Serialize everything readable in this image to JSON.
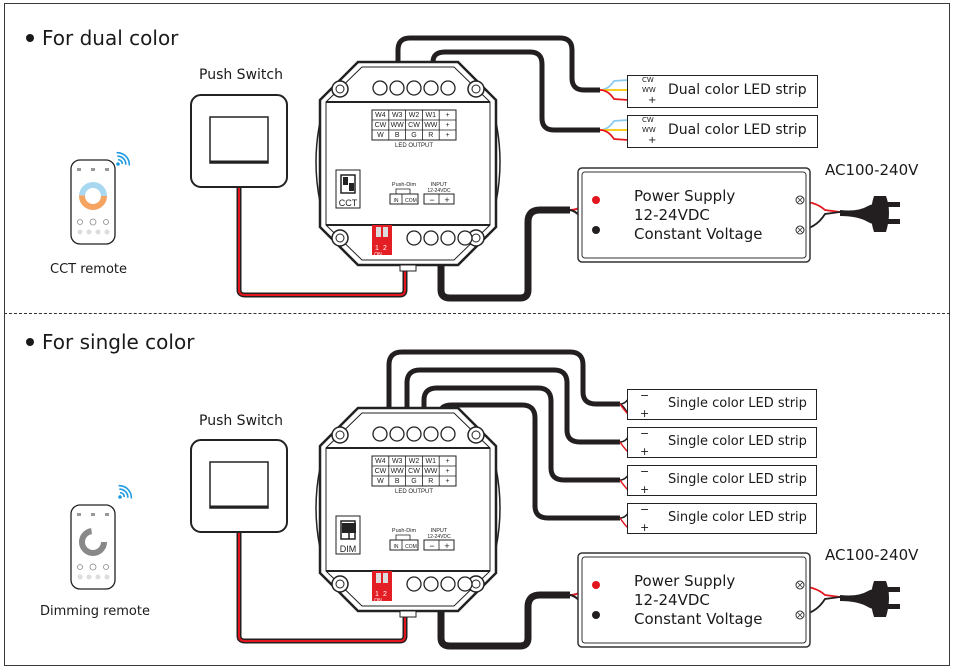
{
  "sections": [
    {
      "title": "For dual color",
      "push_switch_label": "Push Switch",
      "remote_label": "CCT remote",
      "controller": {
        "terminal_table": [
          [
            "W4",
            "W3",
            "W2",
            "W1",
            "+"
          ],
          [
            "CW",
            "WW",
            "CW",
            "WW",
            "+"
          ],
          [
            "W",
            "B",
            "G",
            "R",
            "+"
          ]
        ],
        "table_caption": "LED OUTPUT",
        "mode_switch_label": "CCT",
        "push_dim_label": "Push-Dim",
        "push_dim_pins": [
          "IN",
          "COM"
        ],
        "input_label": "INPUT",
        "input_voltage": "12-24VDC",
        "input_pins": [
          "−",
          "+"
        ],
        "dip_labels": [
          "1",
          "2"
        ],
        "dip_on": "ON"
      },
      "strips": [
        {
          "name": "Dual color LED strip",
          "pins": [
            "CW",
            "WW",
            "+"
          ]
        },
        {
          "name": "Dual color LED strip",
          "pins": [
            "CW",
            "WW",
            "+"
          ]
        }
      ],
      "power_supply": {
        "lines": [
          "Power Supply",
          "12-24VDC",
          "Constant Voltage"
        ],
        "ac_label": "AC100-240V"
      }
    },
    {
      "title": "For single color",
      "push_switch_label": "Push Switch",
      "remote_label": "Dimming remote",
      "controller": {
        "terminal_table": [
          [
            "W4",
            "W3",
            "W2",
            "W1",
            "+"
          ],
          [
            "CW",
            "WW",
            "CW",
            "WW",
            "+"
          ],
          [
            "W",
            "B",
            "G",
            "R",
            "+"
          ]
        ],
        "table_caption": "LED OUTPUT",
        "mode_switch_label": "DIM",
        "push_dim_label": "Push-Dim",
        "push_dim_pins": [
          "IN",
          "COM"
        ],
        "input_label": "INPUT",
        "input_voltage": "12-24VDC",
        "input_pins": [
          "−",
          "+"
        ],
        "dip_labels": [
          "1",
          "2"
        ],
        "dip_on": "ON"
      },
      "strips": [
        {
          "name": "Single color LED strip",
          "pins": [
            "−",
            "+"
          ]
        },
        {
          "name": "Single color LED strip",
          "pins": [
            "−",
            "+"
          ]
        },
        {
          "name": "Single color LED strip",
          "pins": [
            "−",
            "+"
          ]
        },
        {
          "name": "Single color LED strip",
          "pins": [
            "−",
            "+"
          ]
        }
      ],
      "power_supply": {
        "lines": [
          "Power Supply",
          "12-24VDC",
          "Constant Voltage"
        ],
        "ac_label": "AC100-240V"
      }
    }
  ],
  "colors": {
    "wire_black": "#231f20",
    "wire_red": "#e3161e",
    "wire_blue": "#8ccbf0",
    "wire_yellow": "#f7c800",
    "wifi_blue": "#1e9be0",
    "dip_red": "#e31e24"
  }
}
